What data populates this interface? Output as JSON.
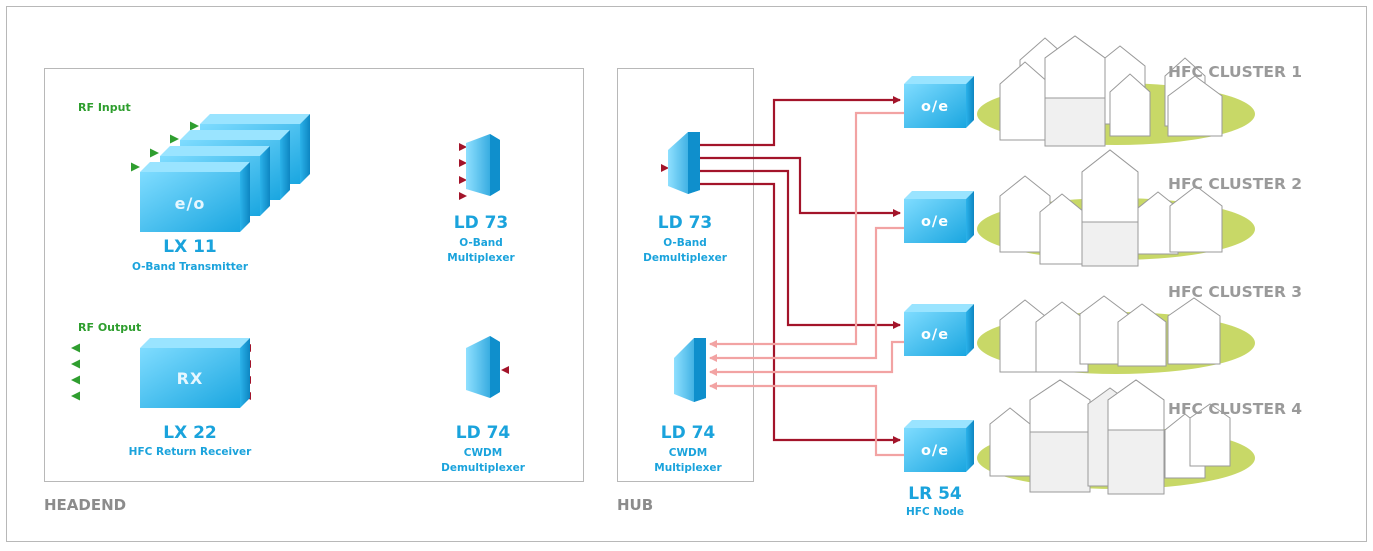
{
  "zones": {
    "headend": "HEADEND",
    "hub": "HUB"
  },
  "inputs": {
    "rf_input": "RF Input",
    "rf_output": "RF Output"
  },
  "devices": {
    "lx11": {
      "code": "LX 11",
      "desc": "O-Band Transmitter",
      "face": "e/o"
    },
    "lx22": {
      "code": "LX 22",
      "desc": "HFC Return Receiver",
      "face": "RX"
    },
    "ld73_mux": {
      "code": "LD 73",
      "desc1": "O-Band",
      "desc2": "Multiplexer"
    },
    "ld74_demux": {
      "code": "LD 74",
      "desc1": "CWDM",
      "desc2": "Demultiplexer"
    },
    "ld73_demux": {
      "code": "LD 73",
      "desc1": "O-Band",
      "desc2": "Demultiplexer"
    },
    "ld74_mux": {
      "code": "LD 74",
      "desc1": "CWDM",
      "desc2": "Multiplexer"
    },
    "lr54": {
      "code": "LR 54",
      "desc": "HFC Node",
      "face": "o/e"
    }
  },
  "clusters": [
    {
      "label": "HFC CLUSTER 1"
    },
    {
      "label": "HFC CLUSTER 2"
    },
    {
      "label": "HFC CLUSTER 3"
    },
    {
      "label": "HFC CLUSTER 4"
    }
  ],
  "colors": {
    "forward_path": "#a3142a",
    "return_path": "#f2a3a3",
    "device_blue": "#39c0ef",
    "rf_green": "#3aa935",
    "ground": "#c8d867",
    "border": "#b8b8b8"
  }
}
